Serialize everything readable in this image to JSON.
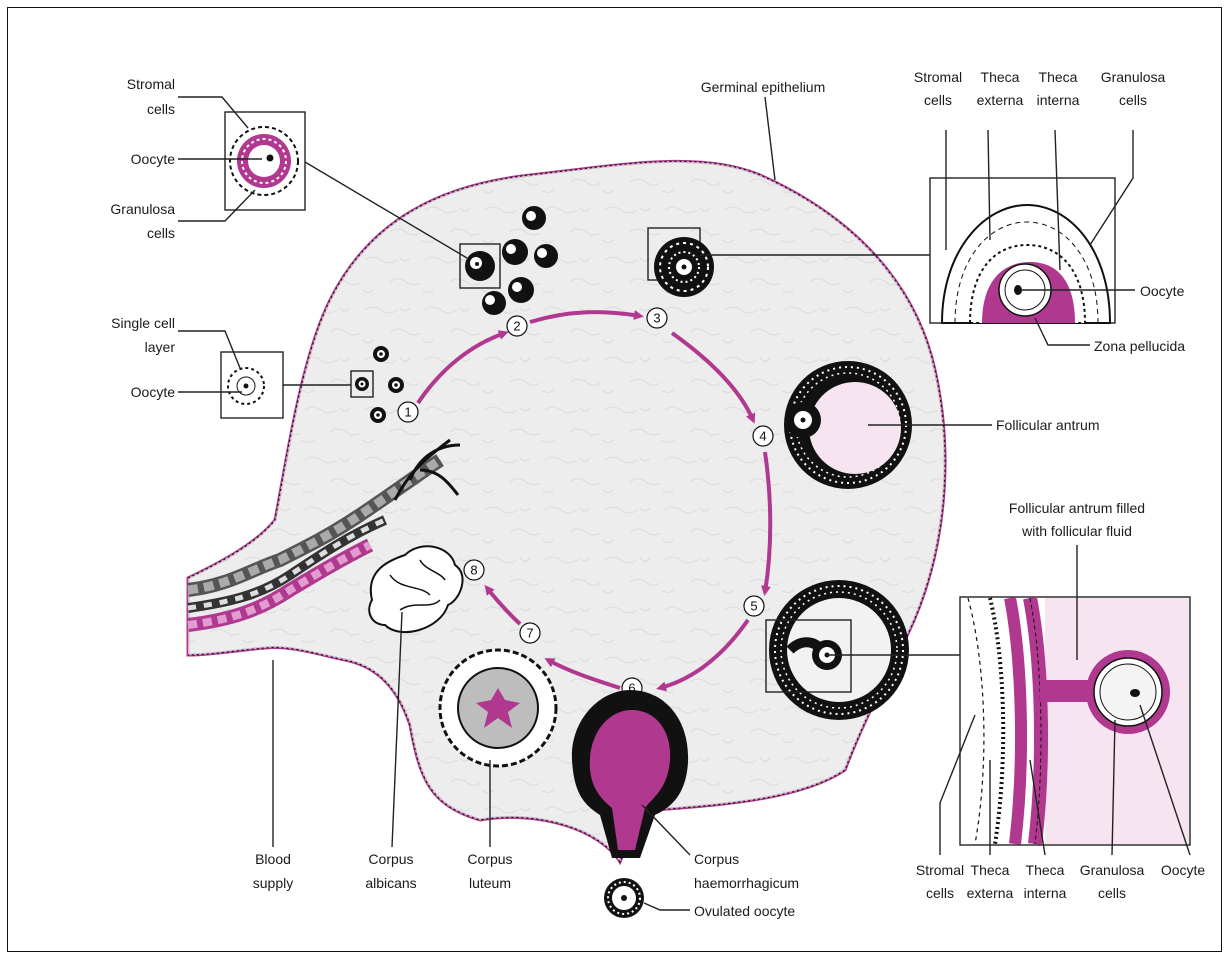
{
  "colors": {
    "magenta": "#b0398f",
    "ovary_fill": "#e6e6e6",
    "antrum_fill": "#f6e4f1",
    "black": "#111111"
  },
  "stage_numbers": [
    "1",
    "2",
    "3",
    "4",
    "5",
    "6",
    "7",
    "8"
  ],
  "labels": {
    "stromal_cells_tl": [
      "Stromal",
      "cells"
    ],
    "oocyte_tl": "Oocyte",
    "granulosa_tl": [
      "Granulosa",
      "cells"
    ],
    "single_cell_layer": [
      "Single cell",
      "layer"
    ],
    "oocyte_ml": "Oocyte",
    "germinal_epithelium": "Germinal epithelium",
    "tr_stromal": [
      "Stromal",
      "cells"
    ],
    "tr_theca_externa": [
      "Theca",
      "externa"
    ],
    "tr_theca_interna": [
      "Theca",
      "interna"
    ],
    "tr_granulosa": [
      "Granulosa",
      "cells"
    ],
    "tr_oocyte": "Oocyte",
    "zona_pellucida": "Zona pellucida",
    "follicular_antrum": "Follicular antrum",
    "antrum_filled": [
      "Follicular antrum filled",
      "with follicular fluid"
    ],
    "blood_supply": [
      "Blood",
      "supply"
    ],
    "corpus_albicans": [
      "Corpus",
      "albicans"
    ],
    "corpus_luteum": [
      "Corpus",
      "luteum"
    ],
    "corpus_haemorrhagicum": [
      "Corpus",
      "haemorrhagicum"
    ],
    "ovulated_oocyte": "Ovulated oocyte",
    "br_stromal": [
      "Stromal",
      "cells"
    ],
    "br_theca_externa": [
      "Theca",
      "externa"
    ],
    "br_theca_interna": [
      "Theca",
      "interna"
    ],
    "br_granulosa": [
      "Granulosa",
      "cells"
    ],
    "br_oocyte": "Oocyte"
  }
}
